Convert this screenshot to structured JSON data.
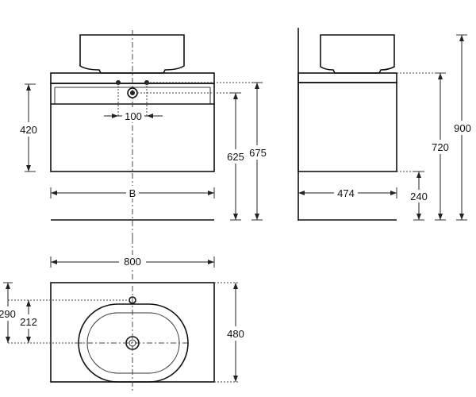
{
  "front_view": {
    "dim_height_left": "420",
    "dim_tap_offset": "100",
    "dim_width_label": "B",
    "dim_height_625": "625",
    "dim_height_675": "675"
  },
  "side_view": {
    "dim_depth": "474",
    "dim_height_720": "720",
    "dim_height_900": "900",
    "dim_height_240": "240"
  },
  "top_view": {
    "dim_width": "800",
    "dim_depth": "480",
    "dim_290": "290",
    "dim_212": "212"
  }
}
